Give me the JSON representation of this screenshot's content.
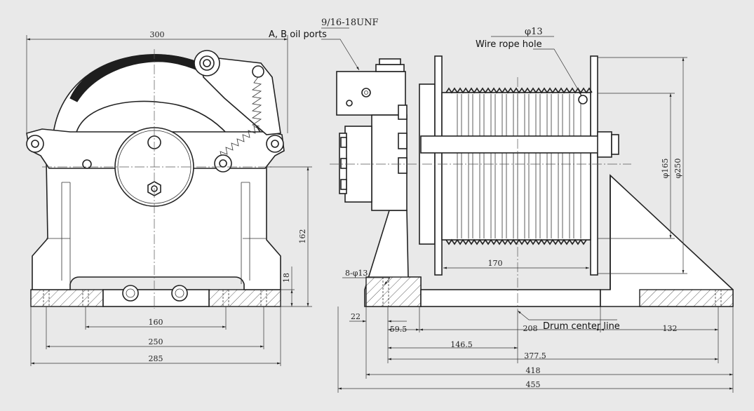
{
  "title": "",
  "annotations": {
    "thread": "9/16-18UNF",
    "oil_ports": "A, B oil ports",
    "rope_hole_dia": "φ13",
    "rope_hole": "Wire rope hole",
    "drum_center": "Drum center line",
    "bolt_holes": "8-φ13"
  },
  "front_view": {
    "width_top": "300",
    "height_162": "162",
    "height_18": "18",
    "bottom_160": "160",
    "bottom_250": "250",
    "bottom_285": "285"
  },
  "side_view": {
    "drum_length": "170",
    "dia_165": "φ165",
    "dia_250": "φ250",
    "d22": "22",
    "d59_5": "59.5",
    "d208": "208",
    "d132": "132",
    "d146_5": "146.5",
    "d377_5": "377.5",
    "d418": "418",
    "d455": "455"
  }
}
